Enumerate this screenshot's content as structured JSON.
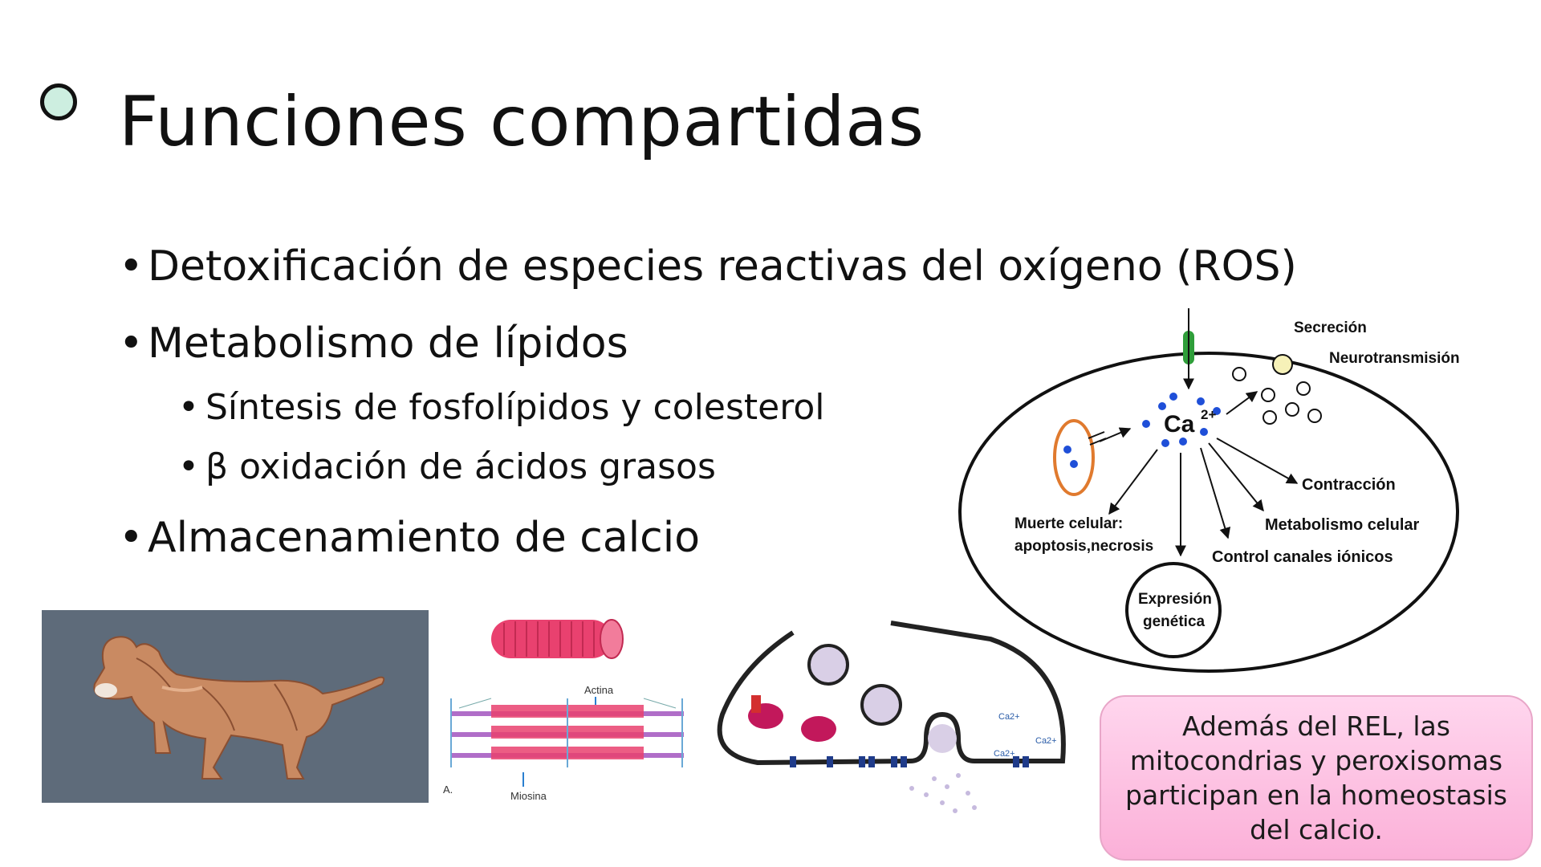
{
  "slide": {
    "title": "Funciones compartidas",
    "bullets": [
      "Detoxificación de especies reactivas del oxígeno (ROS)",
      "Metabolismo de lípidos",
      "Almacenamiento de calcio"
    ],
    "sub_bullets": [
      "Síntesis de fosfolípidos y colesterol",
      "β oxidación de ácidos grasos"
    ]
  },
  "cell_diagram": {
    "ion": "Ca",
    "ion_charge": "2+",
    "labels": {
      "secrecion": "Secreción",
      "neurotransmision": "Neurotransmisión",
      "contraccion": "Contracción",
      "metabolismo": "Metabolismo celular",
      "control": "Control canales iónicos",
      "muerte_1": "Muerte celular:",
      "muerte_2": "apoptosis,necrosis",
      "expresion_1": "Expresión",
      "expresion_2": "genética"
    }
  },
  "muscle_figure": {
    "actina": "Actina",
    "miosina": "Miosina",
    "panel": "A."
  },
  "synapse_figure": {
    "ca_labels": [
      "Ca2+",
      "Ca2+",
      "Ca2+"
    ]
  },
  "callout": {
    "text": "Además del REL, las mitocondrias y peroxisomas participan en la homeostasis del calcio."
  },
  "colors": {
    "title_dot_fill": "#cdeee0",
    "callout_fill": "#fbb0d8",
    "dog_background": "#5e6b7a",
    "muscle_pink": "#e9416f",
    "channel_green": "#2f9e3a"
  }
}
